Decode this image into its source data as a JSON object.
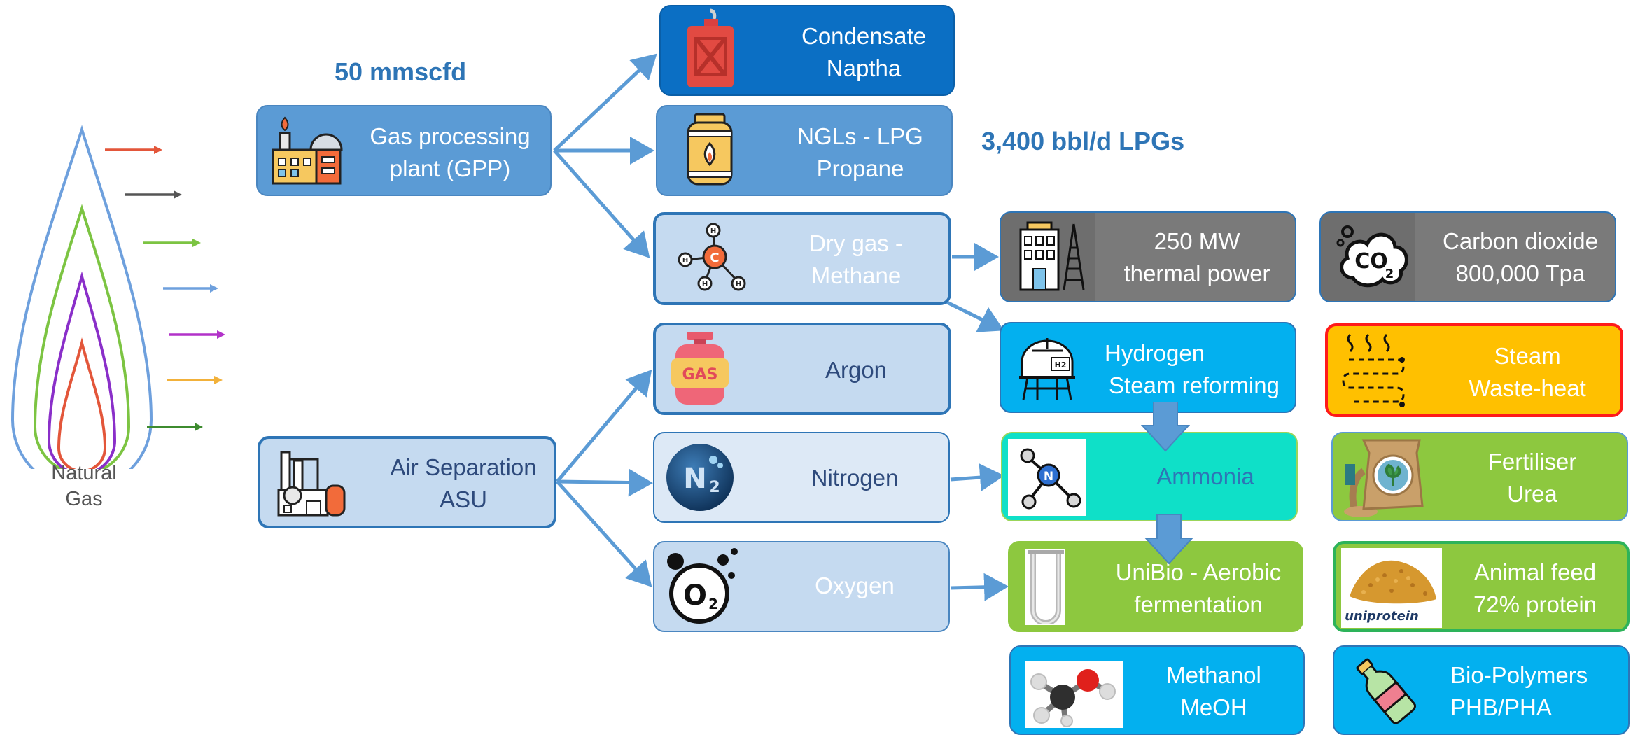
{
  "source": {
    "label_line1": "Natural",
    "label_line2": "Gas"
  },
  "annotations": {
    "gpp_capacity": "50 mmscfd",
    "lpg_output": "3,400 bbl/d  LPGs"
  },
  "colors": {
    "blue_dark": "#0b6fc4",
    "blue_mid": "#5b9bd5",
    "blue_light": "#c5daf0",
    "blue_pale": "#dde9f6",
    "gray": "#7a7a7a",
    "cyan": "#03b0ef",
    "teal": "#0fe0c8",
    "green": "#8dc83f",
    "orange": "#ffc000",
    "red_border": "#ff1a1a",
    "arrow": "#5b9bd5"
  },
  "nodes": {
    "gpp": {
      "line1": "Gas processing",
      "line2": "plant (GPP)",
      "icon": "refinery-icon"
    },
    "asu": {
      "line1": "Air Separation",
      "line2": "ASU",
      "icon": "factory-icon"
    },
    "condensate": {
      "line1": "Condensate",
      "line2": "Naptha",
      "icon": "jerrycan-icon"
    },
    "ngl": {
      "line1": "NGLs - LPG",
      "line2": "Propane",
      "icon": "gas-cylinder-icon"
    },
    "drygas": {
      "line1": "Dry gas -",
      "line2": "Methane",
      "icon": "methane-molecule-icon"
    },
    "argon": {
      "line1": "Argon",
      "icon": "gas-bottle-icon",
      "icon_text": "GAS"
    },
    "nitrogen": {
      "line1": "Nitrogen",
      "icon": "n2-sphere-icon",
      "icon_text": "N2"
    },
    "oxygen": {
      "line1": "Oxygen",
      "icon": "o2-bubbles-icon",
      "icon_text": "O2"
    },
    "power": {
      "line1": "250 MW",
      "line2": "thermal power",
      "icon": "power-plant-icon"
    },
    "co2": {
      "line1": "Carbon dioxide",
      "line2": "800,000 Tpa",
      "icon": "co2-cloud-icon",
      "icon_text": "CO2"
    },
    "hydrogen": {
      "line1": "Hydrogen",
      "line2": "Steam reforming",
      "icon": "hydrogen-tank-icon",
      "icon_text": "H2"
    },
    "steam": {
      "line1": "Steam",
      "line2": "Waste-heat",
      "icon": "heat-coil-icon"
    },
    "ammonia": {
      "line1": "Ammonia",
      "icon": "ammonia-molecule-icon",
      "icon_text": "N"
    },
    "fertiliser": {
      "line1": "Fertiliser",
      "line2": "Urea",
      "icon": "fertiliser-sack-icon"
    },
    "unibio": {
      "line1": "UniBio - Aerobic",
      "line2": "fermentation",
      "icon": "u-loop-reactor-icon"
    },
    "feed": {
      "line1": "Animal feed",
      "line2": "72% protein",
      "icon": "protein-powder-icon",
      "icon_text": "uniprotein"
    },
    "methanol": {
      "line1": "Methanol",
      "line2": "MeOH",
      "icon": "methanol-molecule-icon"
    },
    "biopolymers": {
      "line1": "Bio-Polymers",
      "line2": "PHB/PHA",
      "icon": "plastic-bottle-icon"
    }
  }
}
